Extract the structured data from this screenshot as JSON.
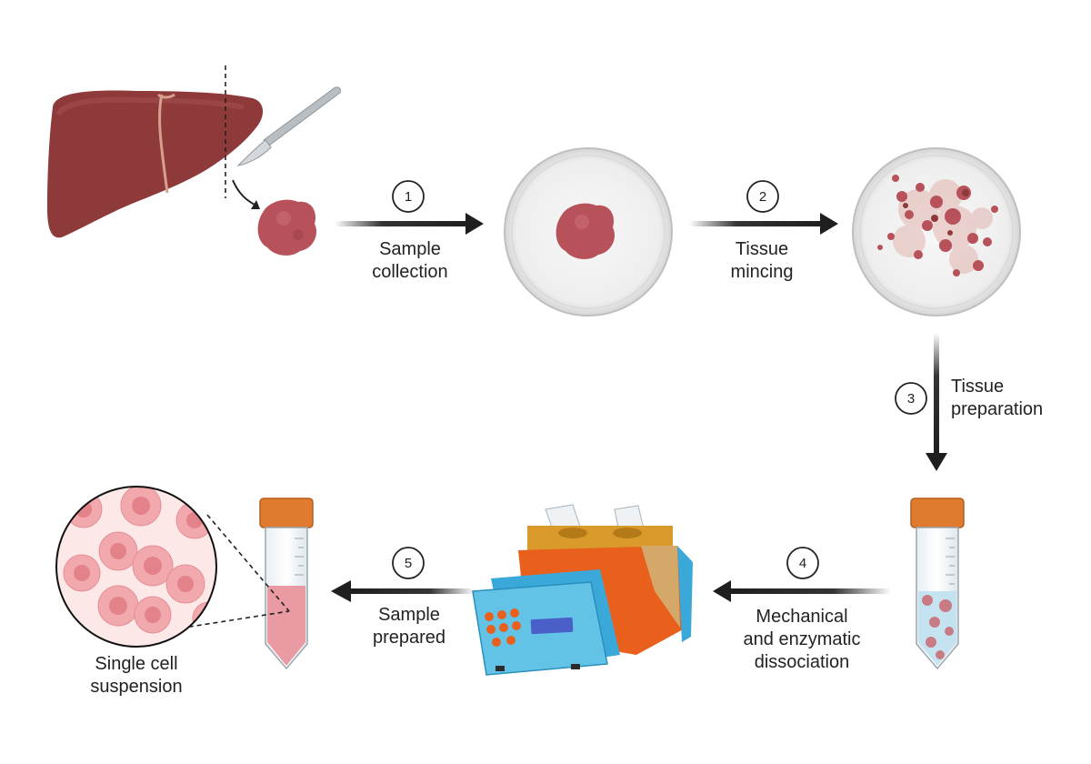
{
  "steps": [
    {
      "number": "1",
      "line1": "Sample",
      "line2": "collection"
    },
    {
      "number": "2",
      "line1": "Tissue",
      "line2": "mincing"
    },
    {
      "number": "3",
      "line1": "Tissue",
      "line2": "preparation"
    },
    {
      "number": "4",
      "line1": "Mechanical",
      "line2": "and enzymatic",
      "line3": "dissociation"
    },
    {
      "number": "5",
      "line1": "Sample",
      "line2": "prepared"
    }
  ],
  "result": {
    "line1": "Single cell",
    "line2": "suspension"
  },
  "colors": {
    "liver": "#8e3a3a",
    "tissue": "#b8525a",
    "arrow": "#1e1e1e",
    "cap": "#e07a2e",
    "device_blue": "#3aa8d8",
    "device_orange": "#e8601c",
    "device_gold": "#d99a2b",
    "cell": "#f2a9ad"
  }
}
